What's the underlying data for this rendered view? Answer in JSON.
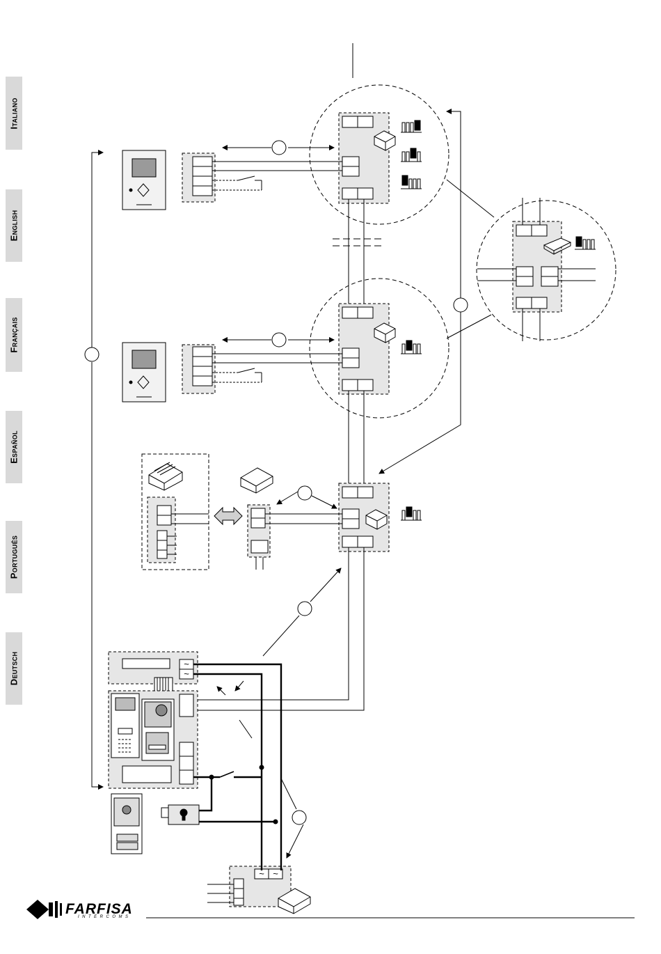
{
  "languages": {
    "it": "Italiano",
    "en": "English",
    "fr": "Français",
    "es": "Español",
    "pt": "Português",
    "de": "Deutsch"
  },
  "brand": {
    "name": "FARFISA",
    "tagline": "INTERCOMS"
  },
  "symbols": {
    "ac_1": "~",
    "ac_2": "~",
    "ac_3": "~",
    "ac_4": "~"
  }
}
